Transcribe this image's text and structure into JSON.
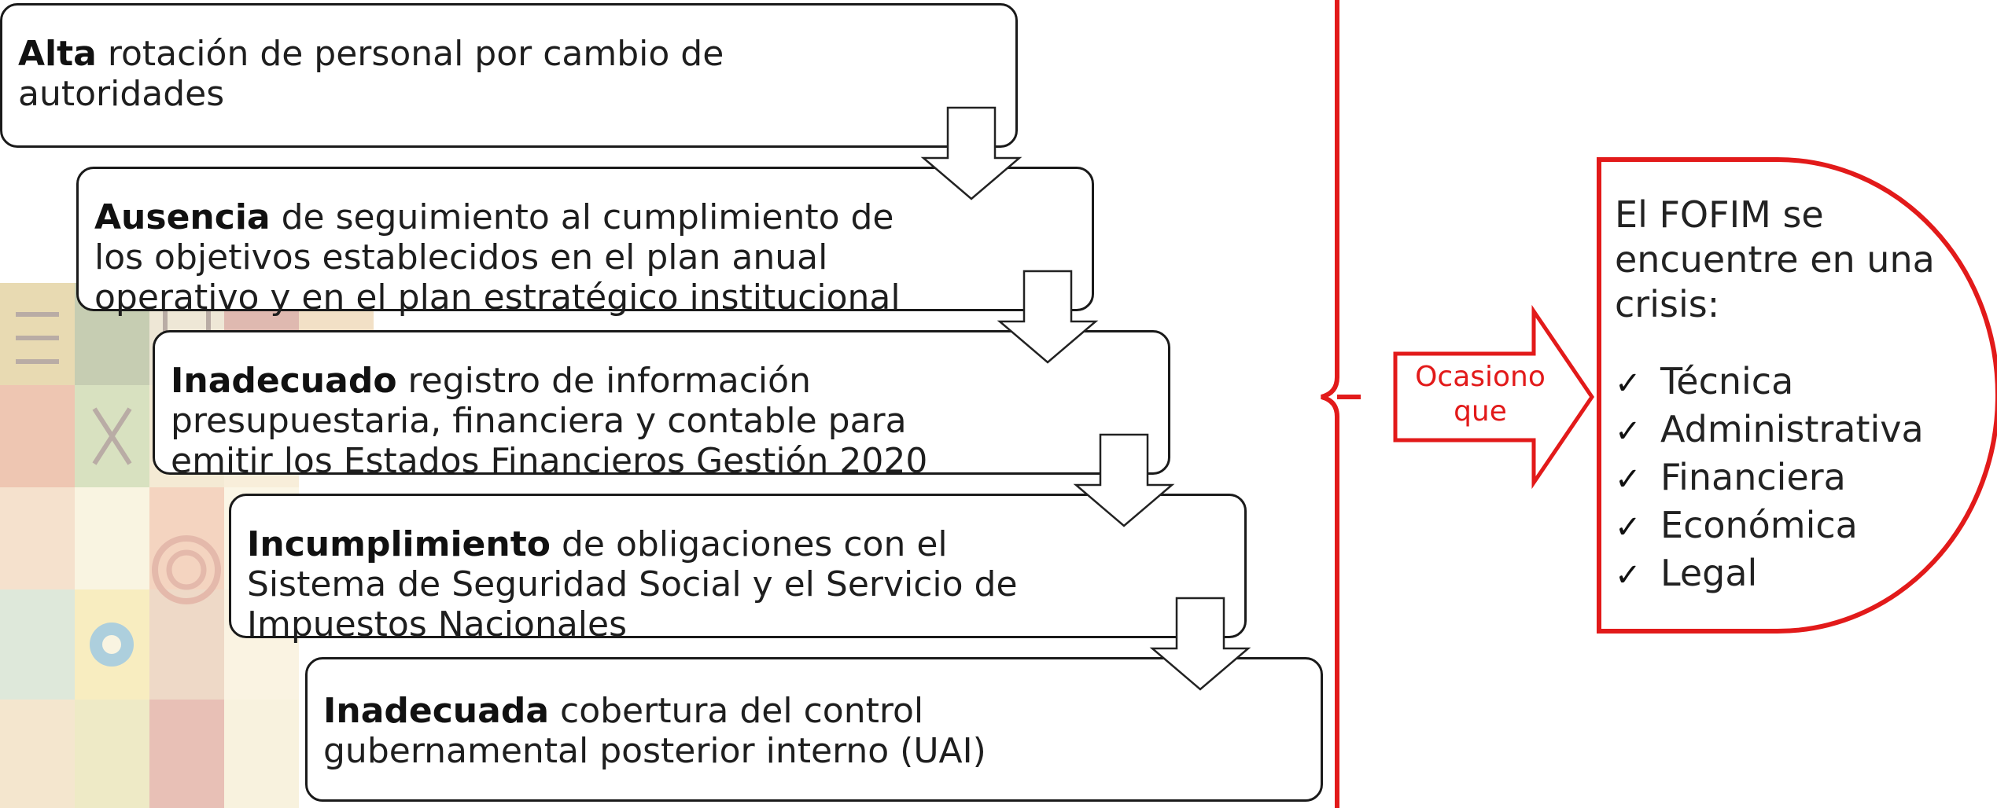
{
  "steps": [
    {
      "bold": "Alta",
      "rest": " rotación de personal por cambio de autoridades"
    },
    {
      "bold": "Ausencia",
      "rest": " de seguimiento al cumplimiento de los objetivos establecidos en el plan anual operativo y en el plan estratégico institucional"
    },
    {
      "bold": "Inadecuado",
      "rest": " registro de información presupuestaria, financiera y contable para emitir los Estados Financieros Gestión 2020"
    },
    {
      "bold": "Incumplimiento",
      "rest": " de obligaciones con el Sistema de Seguridad Social y el Servicio de Impuestos Nacionales"
    },
    {
      "bold": "Inadecuada",
      "rest": " cobertura del control gubernamental posterior interno (UAI)"
    }
  ],
  "connector": {
    "label_line1": "Ocasiono",
    "label_line2": "que"
  },
  "result": {
    "heading": "El FOFIM se encuentre en una crisis:",
    "items": [
      "Técnica",
      "Administrativa",
      "Financiera",
      "Económica",
      "Legal"
    ]
  },
  "colors": {
    "accent_red": "#e21a1a",
    "box_border": "#1a1a1a",
    "text": "#1e1e1e"
  },
  "icons": {
    "check": "check-mark-icon",
    "arrow": "down-arrow-icon"
  }
}
